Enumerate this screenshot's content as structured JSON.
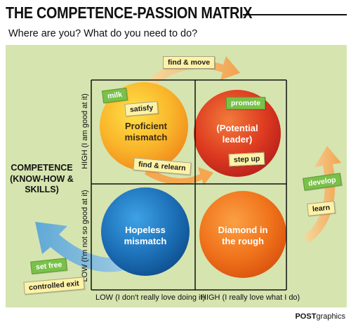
{
  "title": "THE COMPETENCE-PASSION MATRIX",
  "subtitle": "Where are you? What do you need to do?",
  "y_axis_title": "COMPETENCE (KNOW-HOW & SKILLS)",
  "y_axis": {
    "high": "HIGH (I am good at it)",
    "low": "LOW (I'm not so good at it)"
  },
  "x_axis": {
    "low": "LOW (I don't really love doing it)",
    "high": "HIGH (I really love what I do)"
  },
  "quadrants": {
    "top_left": "Proficient mismatch",
    "top_right": "(Potential leader)",
    "bottom_left": "Hopeless mismatch",
    "bottom_right": "Diamond in the rough"
  },
  "tags": {
    "find_move": "find & move",
    "milk": "milk",
    "satisfy": "satisfy",
    "find_relearn": "find & relearn",
    "promote": "promote",
    "step_up": "step up",
    "develop": "develop",
    "learn": "learn",
    "set_free": "set free",
    "controlled_exit": "controlled exit"
  },
  "footer": {
    "brand": "POST",
    "suffix": "graphics"
  },
  "colors": {
    "background_panel": "#d6e4b0",
    "top_left": "#f5a623",
    "top_right": "#d9361f",
    "bottom_left": "#1d71b8",
    "bottom_right": "#ef6a1a",
    "tag_yellow": "#fdf2a6",
    "tag_green": "#79c149"
  }
}
